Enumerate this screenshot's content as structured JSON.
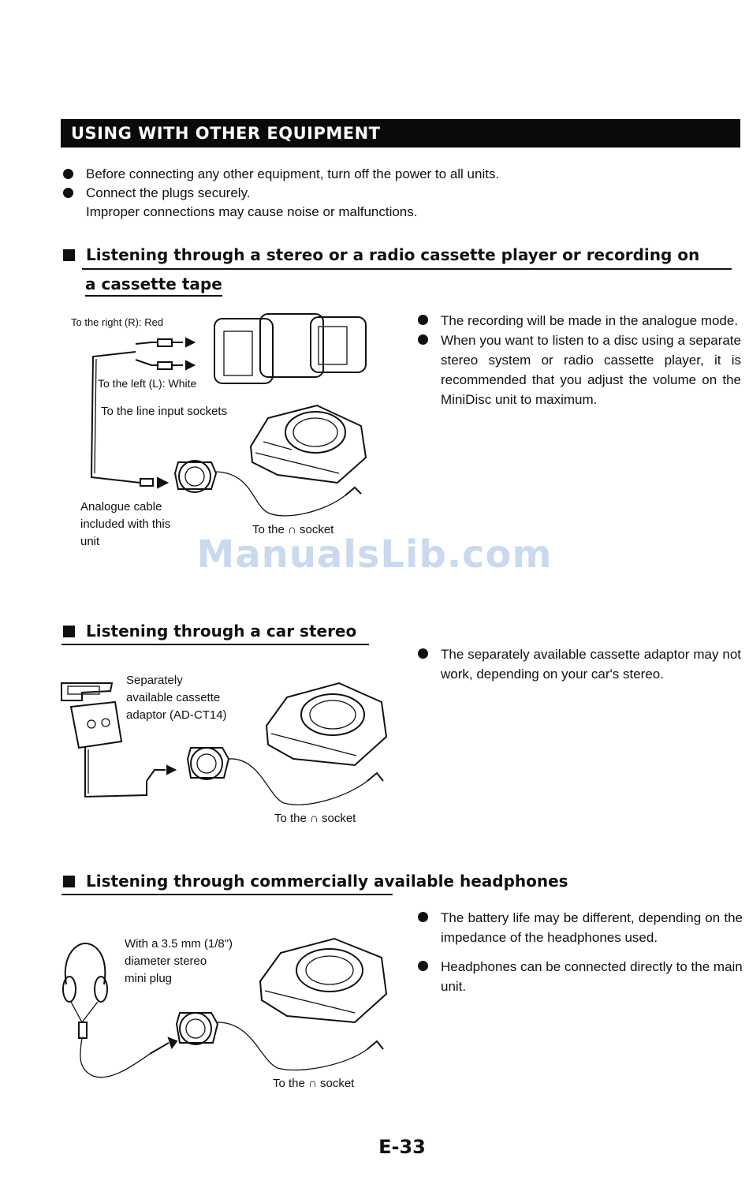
{
  "page": {
    "section_title": "USING WITH OTHER EQUIPMENT",
    "page_number": "E-33",
    "watermark": "ManualsLib.com"
  },
  "intro": {
    "bullets": [
      "Before connecting any other equipment, turn off the power to all units.",
      "Connect the plugs securely."
    ],
    "note": "Improper connections may cause noise or malfunctions."
  },
  "stereo_section": {
    "heading_line1": "Listening through a stereo or a radio cassette player or recording on",
    "heading_line2": "a cassette tape",
    "labels": {
      "right_red": "To the right (R): Red",
      "left_white": "To the left (L): White",
      "line_input": "To the line input sockets",
      "cable_line1": "Analogue cable",
      "cable_line2": "included with this",
      "cable_line3": "unit",
      "socket": "To the ∩ socket"
    },
    "notes": [
      "The recording will be made in the analogue mode.",
      "When you want to listen to a disc using a separate stereo system or radio cassette player, it is recommended that you adjust the volume on the MiniDisc unit to maximum."
    ]
  },
  "car_section": {
    "heading": "Listening through a car stereo",
    "labels": {
      "adaptor_line1": "Separately",
      "adaptor_line2": "available cassette",
      "adaptor_line3": "adaptor (AD-CT14)",
      "socket": "To the ∩ socket"
    },
    "notes": [
      "The separately available cassette adaptor may not work, depending on your car's stereo."
    ]
  },
  "headphones_section": {
    "heading": "Listening through commercially available headphones",
    "labels": {
      "plug_line1": "With a 3.5 mm (1/8\")",
      "plug_line2": "diameter stereo",
      "plug_line3": "mini plug",
      "socket": "To the ∩ socket"
    },
    "notes": [
      "The battery life may be different, depending on the impedance of the headphones used.",
      "Headphones can be connected directly to the main unit."
    ]
  }
}
